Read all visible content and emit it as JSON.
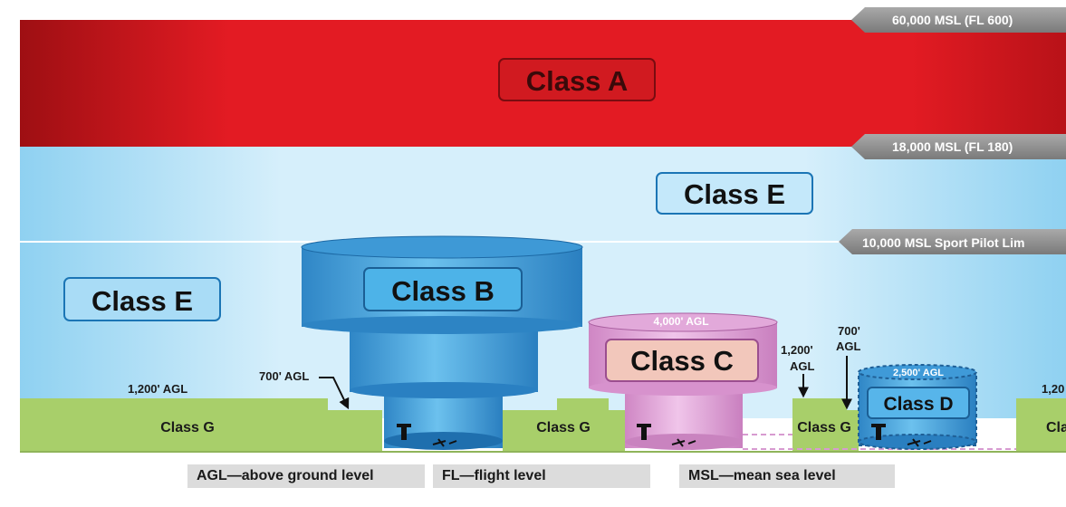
{
  "altitude_tags": {
    "fl600": "60,000 MSL (FL 600)",
    "fl180": "18,000 MSL (FL 180)",
    "sport": "10,000 MSL Sport Pilot Lim"
  },
  "classes": {
    "a": "Class A",
    "e_upper": "Class E",
    "e_left": "Class E",
    "b": "Class B",
    "c": "Class C",
    "d": "Class D",
    "g_left": "Class G",
    "g_mid": "Class G",
    "g_right": "Class G",
    "g_edge": "Cla"
  },
  "callouts": {
    "agl_1200_left": "1,200' AGL",
    "agl_700": "700' AGL",
    "agl_4000": "4,000' AGL",
    "agl_1200_right_line1": "1,200'",
    "agl_1200_right_line2": "AGL",
    "agl_700_right_line1": "700'",
    "agl_700_right_line2": "AGL",
    "agl_2500": "2,500' AGL",
    "edge_partial": "1,20"
  },
  "legend": {
    "agl": "AGL—above ground level",
    "fl": "FL—flight level",
    "msl": "MSL—mean sea level"
  },
  "colors": {
    "class_a": "#e31b23",
    "class_e": "#bfe6f8",
    "class_b": "#3aa0dc",
    "class_c": "#e3a6d8",
    "class_d": "#3c9fe0",
    "class_g": "#a8cf6a"
  }
}
